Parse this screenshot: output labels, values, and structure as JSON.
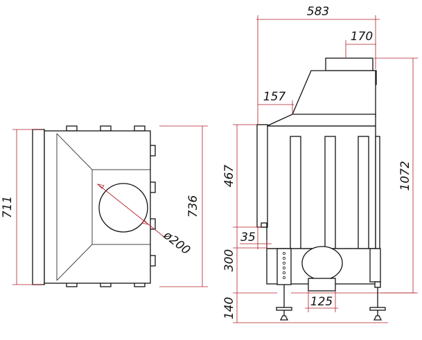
{
  "drawing": {
    "accent_color": "#b01c26",
    "top_view": {
      "dim_width": "711",
      "dim_depth": "736",
      "dim_flue_diameter": "ø200"
    },
    "side_view": {
      "dim_overall_depth": "583",
      "dim_flue_collar": "170",
      "dim_front_offset": "157",
      "dim_door_height": "467",
      "dim_overall_height": "1072",
      "dim_door_step": "35",
      "dim_base_height": "300",
      "dim_feet_height": "140",
      "dim_air_inlet": "125"
    }
  }
}
